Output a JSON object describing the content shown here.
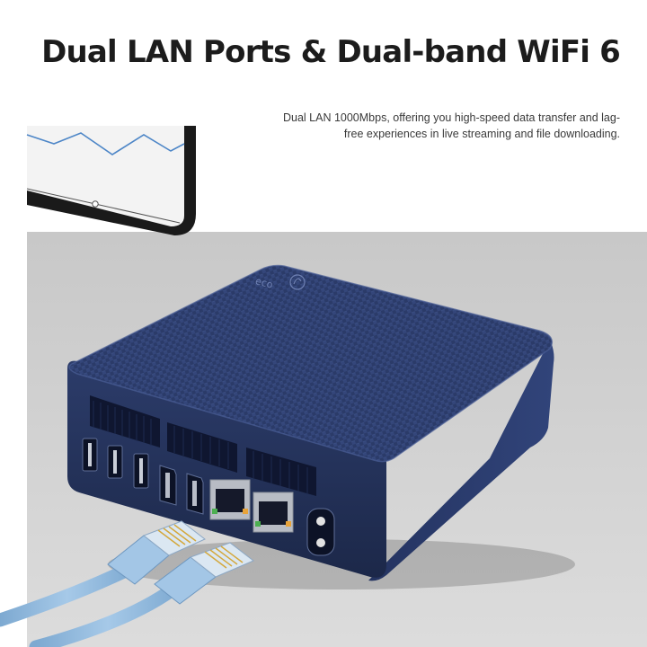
{
  "headline": "Dual LAN Ports & Dual-band WiFi 6",
  "description": "Dual LAN 1000Mbps, offering you high-speed data transfer and lag-free experiences in live streaming and file downloading.",
  "logo_text": "eco",
  "colors": {
    "background": "#ffffff",
    "wall": "#f1f1f1",
    "desk": "#d2d2d2",
    "device_body": "#2a3a66",
    "device_front": "#1f2d52",
    "cable": "#8db6db",
    "headline": "#1c1c1c"
  },
  "icons": [
    "usb-port-icon",
    "hdmi-port-icon",
    "ethernet-port-icon",
    "dc-power-port-icon",
    "eco-logo-icon"
  ]
}
